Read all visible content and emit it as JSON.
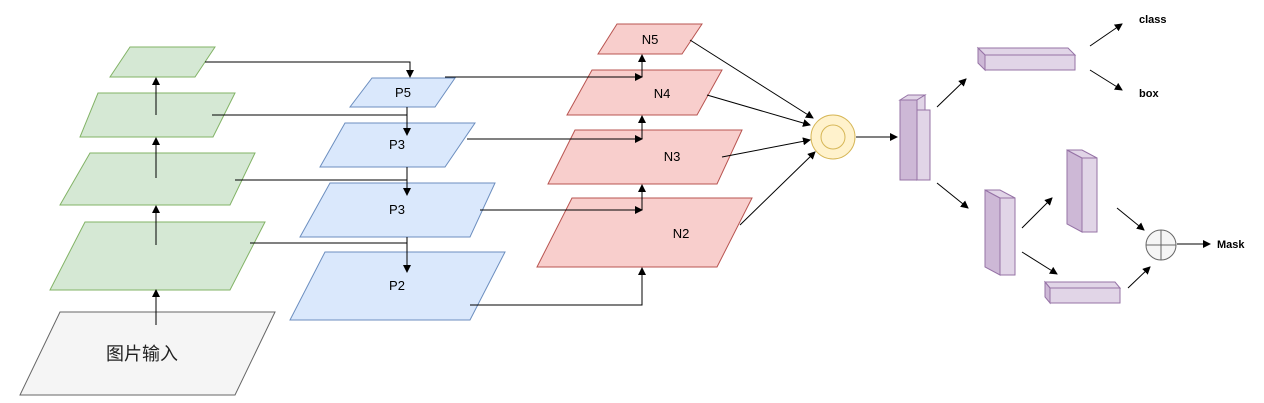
{
  "colors": {
    "green_fill": "#d5e8d4",
    "green_stroke": "#82b366",
    "blue_fill": "#dae8fc",
    "blue_stroke": "#6c8ebf",
    "red_fill": "#f8cecc",
    "red_stroke": "#b85450",
    "gray_fill": "#f5f5f5",
    "gray_stroke": "#666666",
    "purple_fill": "#e1d5e7",
    "purple_stroke": "#9673a6",
    "yellow_fill": "#fff2cc",
    "yellow_stroke": "#d6b656"
  },
  "input_label": "图片输入",
  "fpn_labels": {
    "p5": "P5",
    "p4": "P3",
    "p3": "P3",
    "p2": "P2"
  },
  "pan_labels": {
    "n5": "N5",
    "n4": "N4",
    "n3": "N3",
    "n2": "N2"
  },
  "heads": {
    "class": "class",
    "box": "box",
    "mask": "Mask"
  }
}
